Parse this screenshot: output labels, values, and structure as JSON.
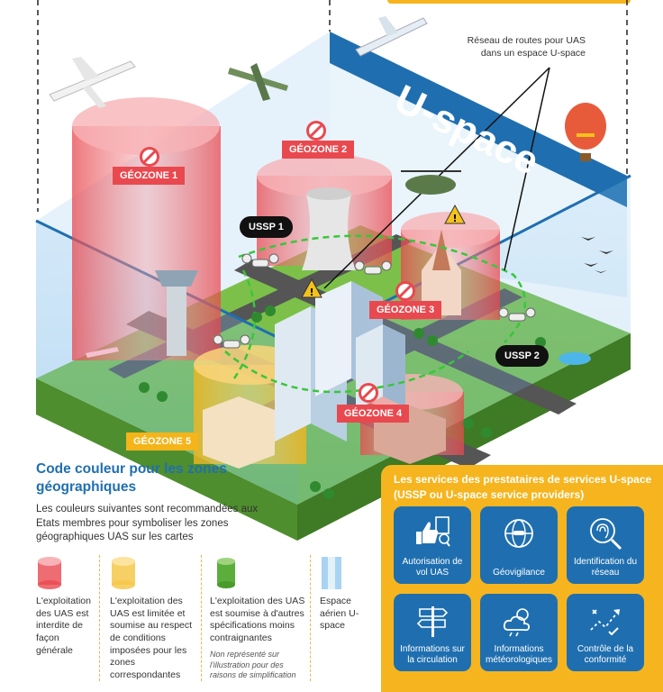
{
  "uspace_title": "U-space",
  "routes_note": "Réseau de routes pour UAS dans un espace U-space",
  "geozones": {
    "g1": "GÉOZONE  1",
    "g2": "GÉOZONE  2",
    "g3": "GÉOZONE 3",
    "g4": "GÉOZONE 4",
    "g5": "GÉOZONE 5"
  },
  "ussp": {
    "u1": "USSP 1",
    "u2": "USSP 2"
  },
  "legend": {
    "title": "Code couleur pour les zones géographiques",
    "description": "Les couleurs suivantes sont recommandées aux Etats membres pour symboliser les zones géographiques UAS sur les cartes",
    "items": [
      {
        "text": "L'exploitation des UAS est interdite de façon générale",
        "color": "#e8494f"
      },
      {
        "text": "L'exploitation des UAS est limitée et soumise au respect de conditions imposées pour les zones correspondantes",
        "color": "#f6c84a"
      },
      {
        "text": "L'exploitation des UAS est soumise à d'autres spécifications moins contraignantes",
        "color": "#5cae3c"
      },
      {
        "text": "Espace aérien U-space",
        "color": "#8cc4ec"
      }
    ],
    "note": "Non représenté sur l'illustration pour des raisons de simplification"
  },
  "services": {
    "title": "Les services des prestataires de services U-space (USSP ou U-space service providers)",
    "items": [
      {
        "label": "Autorisation de vol UAS",
        "icon": "authorization-icon"
      },
      {
        "label": "Géovigilance",
        "icon": "globe-drone-icon"
      },
      {
        "label": "Identification du réseau",
        "icon": "fingerprint-icon"
      },
      {
        "label": "Informations sur la circulation",
        "icon": "signpost-icon"
      },
      {
        "label": "Informations météorologiques",
        "icon": "weather-icon"
      },
      {
        "label": "Contrôle de la conformité",
        "icon": "route-check-icon"
      }
    ]
  },
  "colors": {
    "accent_blue": "#1f6fb0",
    "service_orange": "#f6b51e",
    "geozone_red": "#e8494f",
    "geozone_yellow": "#f4b41a",
    "airspace_blue": "#a9d3f2"
  }
}
